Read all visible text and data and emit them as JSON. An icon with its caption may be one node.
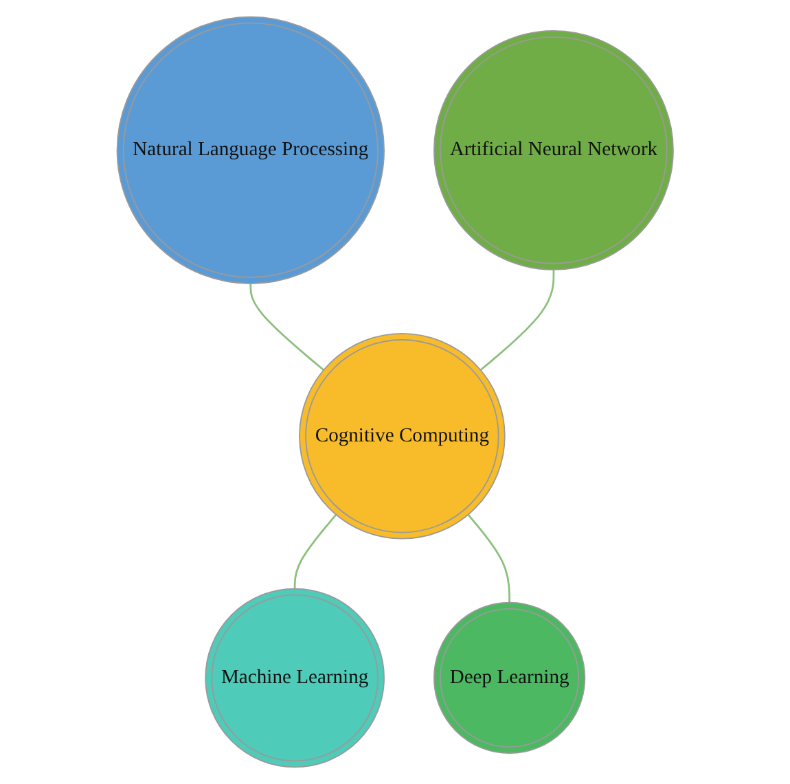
{
  "diagram": {
    "nodes": [
      {
        "text": [
          "Natural Language Processing"
        ]
      },
      {
        "text": [
          "Artificial Neural Network"
        ]
      },
      {
        "text": [
          "Cognitive Computing"
        ]
      },
      {
        "text": [
          "Machine Learning"
        ]
      },
      {
        "text": [
          "Deep Learning"
        ]
      }
    ],
    "edges": [
      {
        "from": 0,
        "to": 2,
        "arrow": "none"
      },
      {
        "from": 1,
        "to": 2,
        "arrow": "none"
      },
      {
        "from": 2,
        "to": 3,
        "arrow": "none"
      },
      {
        "from": 2,
        "to": 4,
        "arrow": "none"
      }
    ]
  }
}
